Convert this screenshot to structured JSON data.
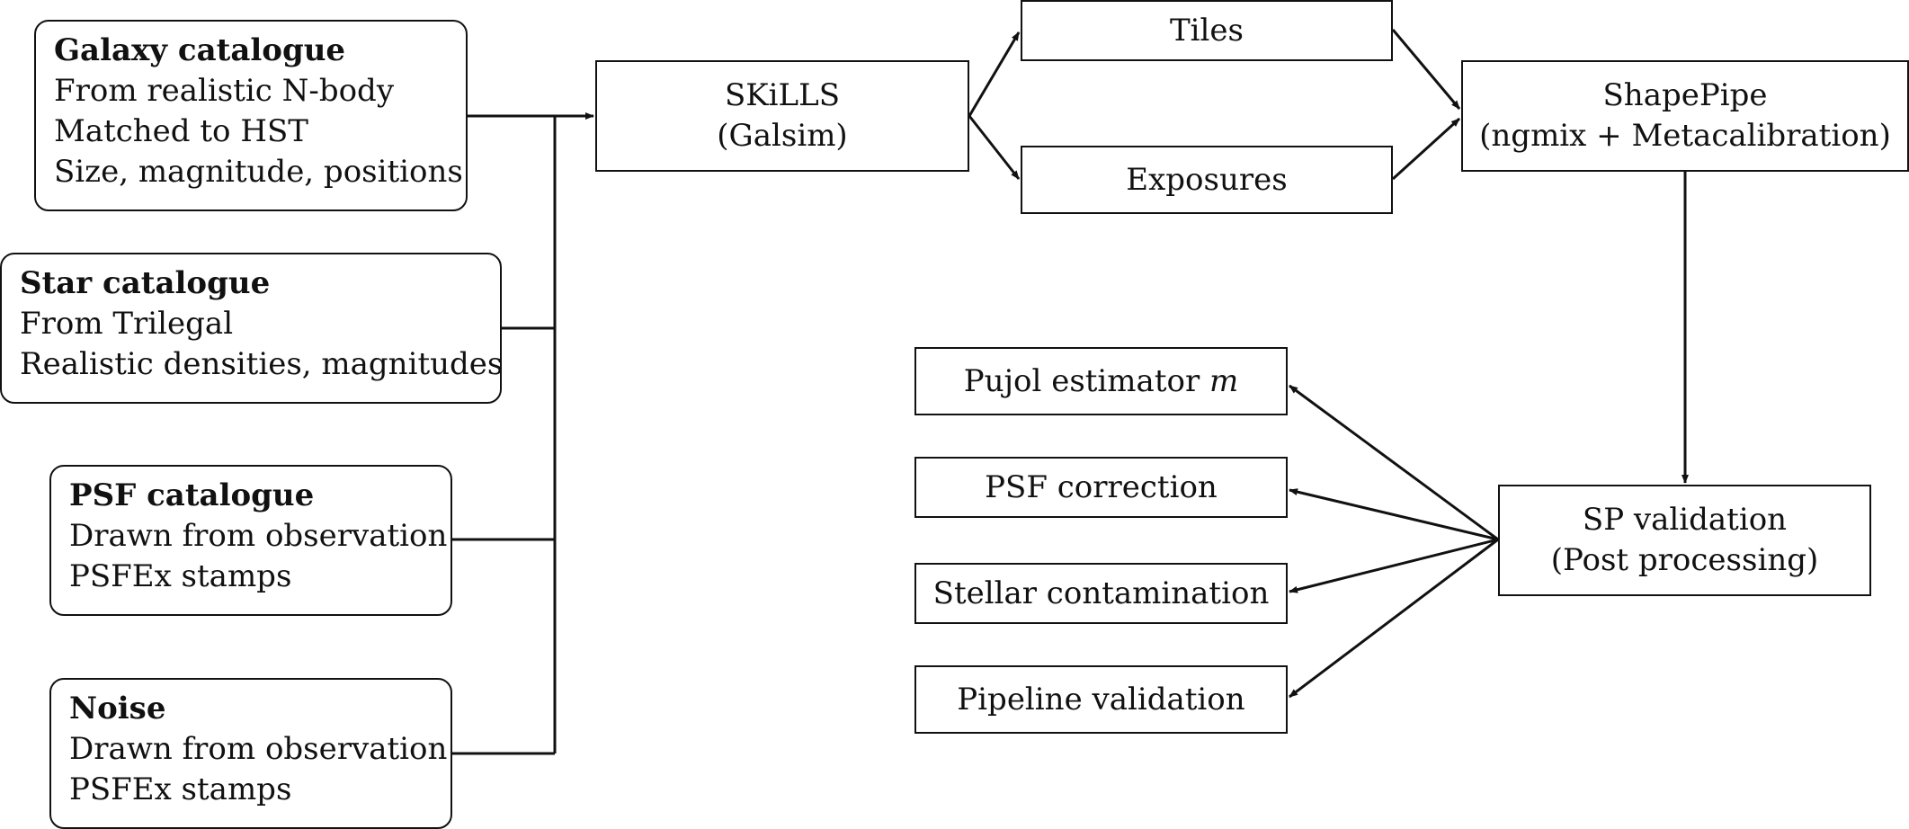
{
  "sources": {
    "galaxy": {
      "title": "Galaxy catalogue",
      "lines": [
        "From realistic N-body",
        "Matched to HST",
        "Size, magnitude, positions"
      ]
    },
    "star": {
      "title": "Star catalogue",
      "lines": [
        "From Trilegal",
        "Realistic densities, magnitudes"
      ]
    },
    "psf": {
      "title": "PSF catalogue",
      "lines": [
        "Drawn from observation",
        "PSFEx stamps"
      ]
    },
    "noise": {
      "title": "Noise",
      "lines": [
        "Drawn from observation",
        "PSFEx stamps"
      ]
    }
  },
  "skills": {
    "line1": "SKiLLS",
    "line2": "(Galsim)"
  },
  "tiles": {
    "label": "Tiles"
  },
  "exposures": {
    "label": "Exposures"
  },
  "shapepipe": {
    "line1": "ShapePipe",
    "line2": "(ngmix + Metacalibration)"
  },
  "sp_validation": {
    "line1": "SP validation",
    "line2": "(Post processing)"
  },
  "outputs": {
    "pujol": {
      "text": "Pujol estimator ",
      "math": "m"
    },
    "psf_correction": "PSF correction",
    "stellar_contamination": "Stellar contamination",
    "pipeline_validation": "Pipeline validation"
  }
}
